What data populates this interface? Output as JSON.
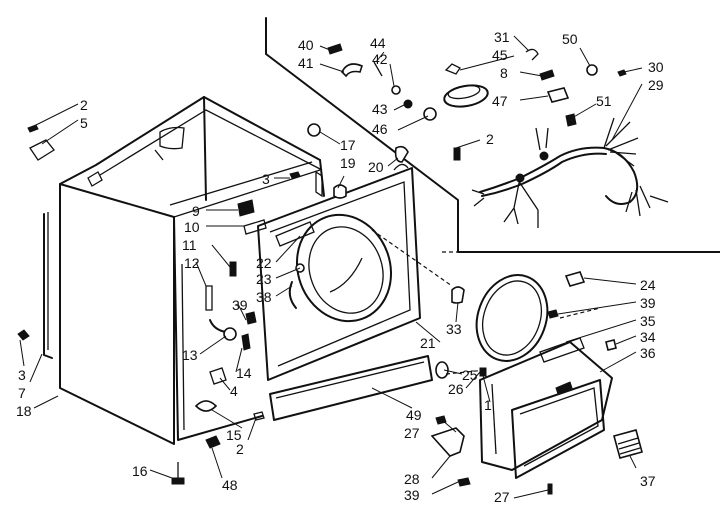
{
  "labels": [
    {
      "id": "p2a",
      "text": "2"
    },
    {
      "id": "p5",
      "text": "5"
    },
    {
      "id": "p3a",
      "text": "3"
    },
    {
      "id": "p7",
      "text": "7"
    },
    {
      "id": "p18",
      "text": "18"
    },
    {
      "id": "p16",
      "text": "16"
    },
    {
      "id": "p9",
      "text": "9"
    },
    {
      "id": "p10",
      "text": "10"
    },
    {
      "id": "p11",
      "text": "11"
    },
    {
      "id": "p12",
      "text": "12"
    },
    {
      "id": "p39a",
      "text": "39"
    },
    {
      "id": "p13",
      "text": "13"
    },
    {
      "id": "p14",
      "text": "14"
    },
    {
      "id": "p4",
      "text": "4"
    },
    {
      "id": "p15",
      "text": "15"
    },
    {
      "id": "p2b",
      "text": "2"
    },
    {
      "id": "p48",
      "text": "48"
    },
    {
      "id": "p3b",
      "text": "3"
    },
    {
      "id": "p17",
      "text": "17"
    },
    {
      "id": "p19",
      "text": "19"
    },
    {
      "id": "p20",
      "text": "20"
    },
    {
      "id": "p22",
      "text": "22"
    },
    {
      "id": "p23",
      "text": "23"
    },
    {
      "id": "p38",
      "text": "38"
    },
    {
      "id": "p21",
      "text": "21"
    },
    {
      "id": "p33",
      "text": "33"
    },
    {
      "id": "p49",
      "text": "49"
    },
    {
      "id": "p25",
      "text": "25"
    },
    {
      "id": "p26",
      "text": "26"
    },
    {
      "id": "p1",
      "text": "1"
    },
    {
      "id": "p27a",
      "text": "27"
    },
    {
      "id": "p28",
      "text": "28"
    },
    {
      "id": "p39b",
      "text": "39"
    },
    {
      "id": "p27b",
      "text": "27"
    },
    {
      "id": "p40",
      "text": "40"
    },
    {
      "id": "p41",
      "text": "41"
    },
    {
      "id": "p44",
      "text": "44"
    },
    {
      "id": "p42",
      "text": "42"
    },
    {
      "id": "p43",
      "text": "43"
    },
    {
      "id": "p46",
      "text": "46"
    },
    {
      "id": "p31",
      "text": "31"
    },
    {
      "id": "p45",
      "text": "45"
    },
    {
      "id": "p8",
      "text": "8"
    },
    {
      "id": "p47",
      "text": "47"
    },
    {
      "id": "p2c",
      "text": "2"
    },
    {
      "id": "p50",
      "text": "50"
    },
    {
      "id": "p30",
      "text": "30"
    },
    {
      "id": "p29",
      "text": "29"
    },
    {
      "id": "p51",
      "text": "51"
    },
    {
      "id": "p24",
      "text": "24"
    },
    {
      "id": "p39c",
      "text": "39"
    },
    {
      "id": "p35",
      "text": "35"
    },
    {
      "id": "p34",
      "text": "34"
    },
    {
      "id": "p36",
      "text": "36"
    },
    {
      "id": "p37",
      "text": "37"
    }
  ]
}
